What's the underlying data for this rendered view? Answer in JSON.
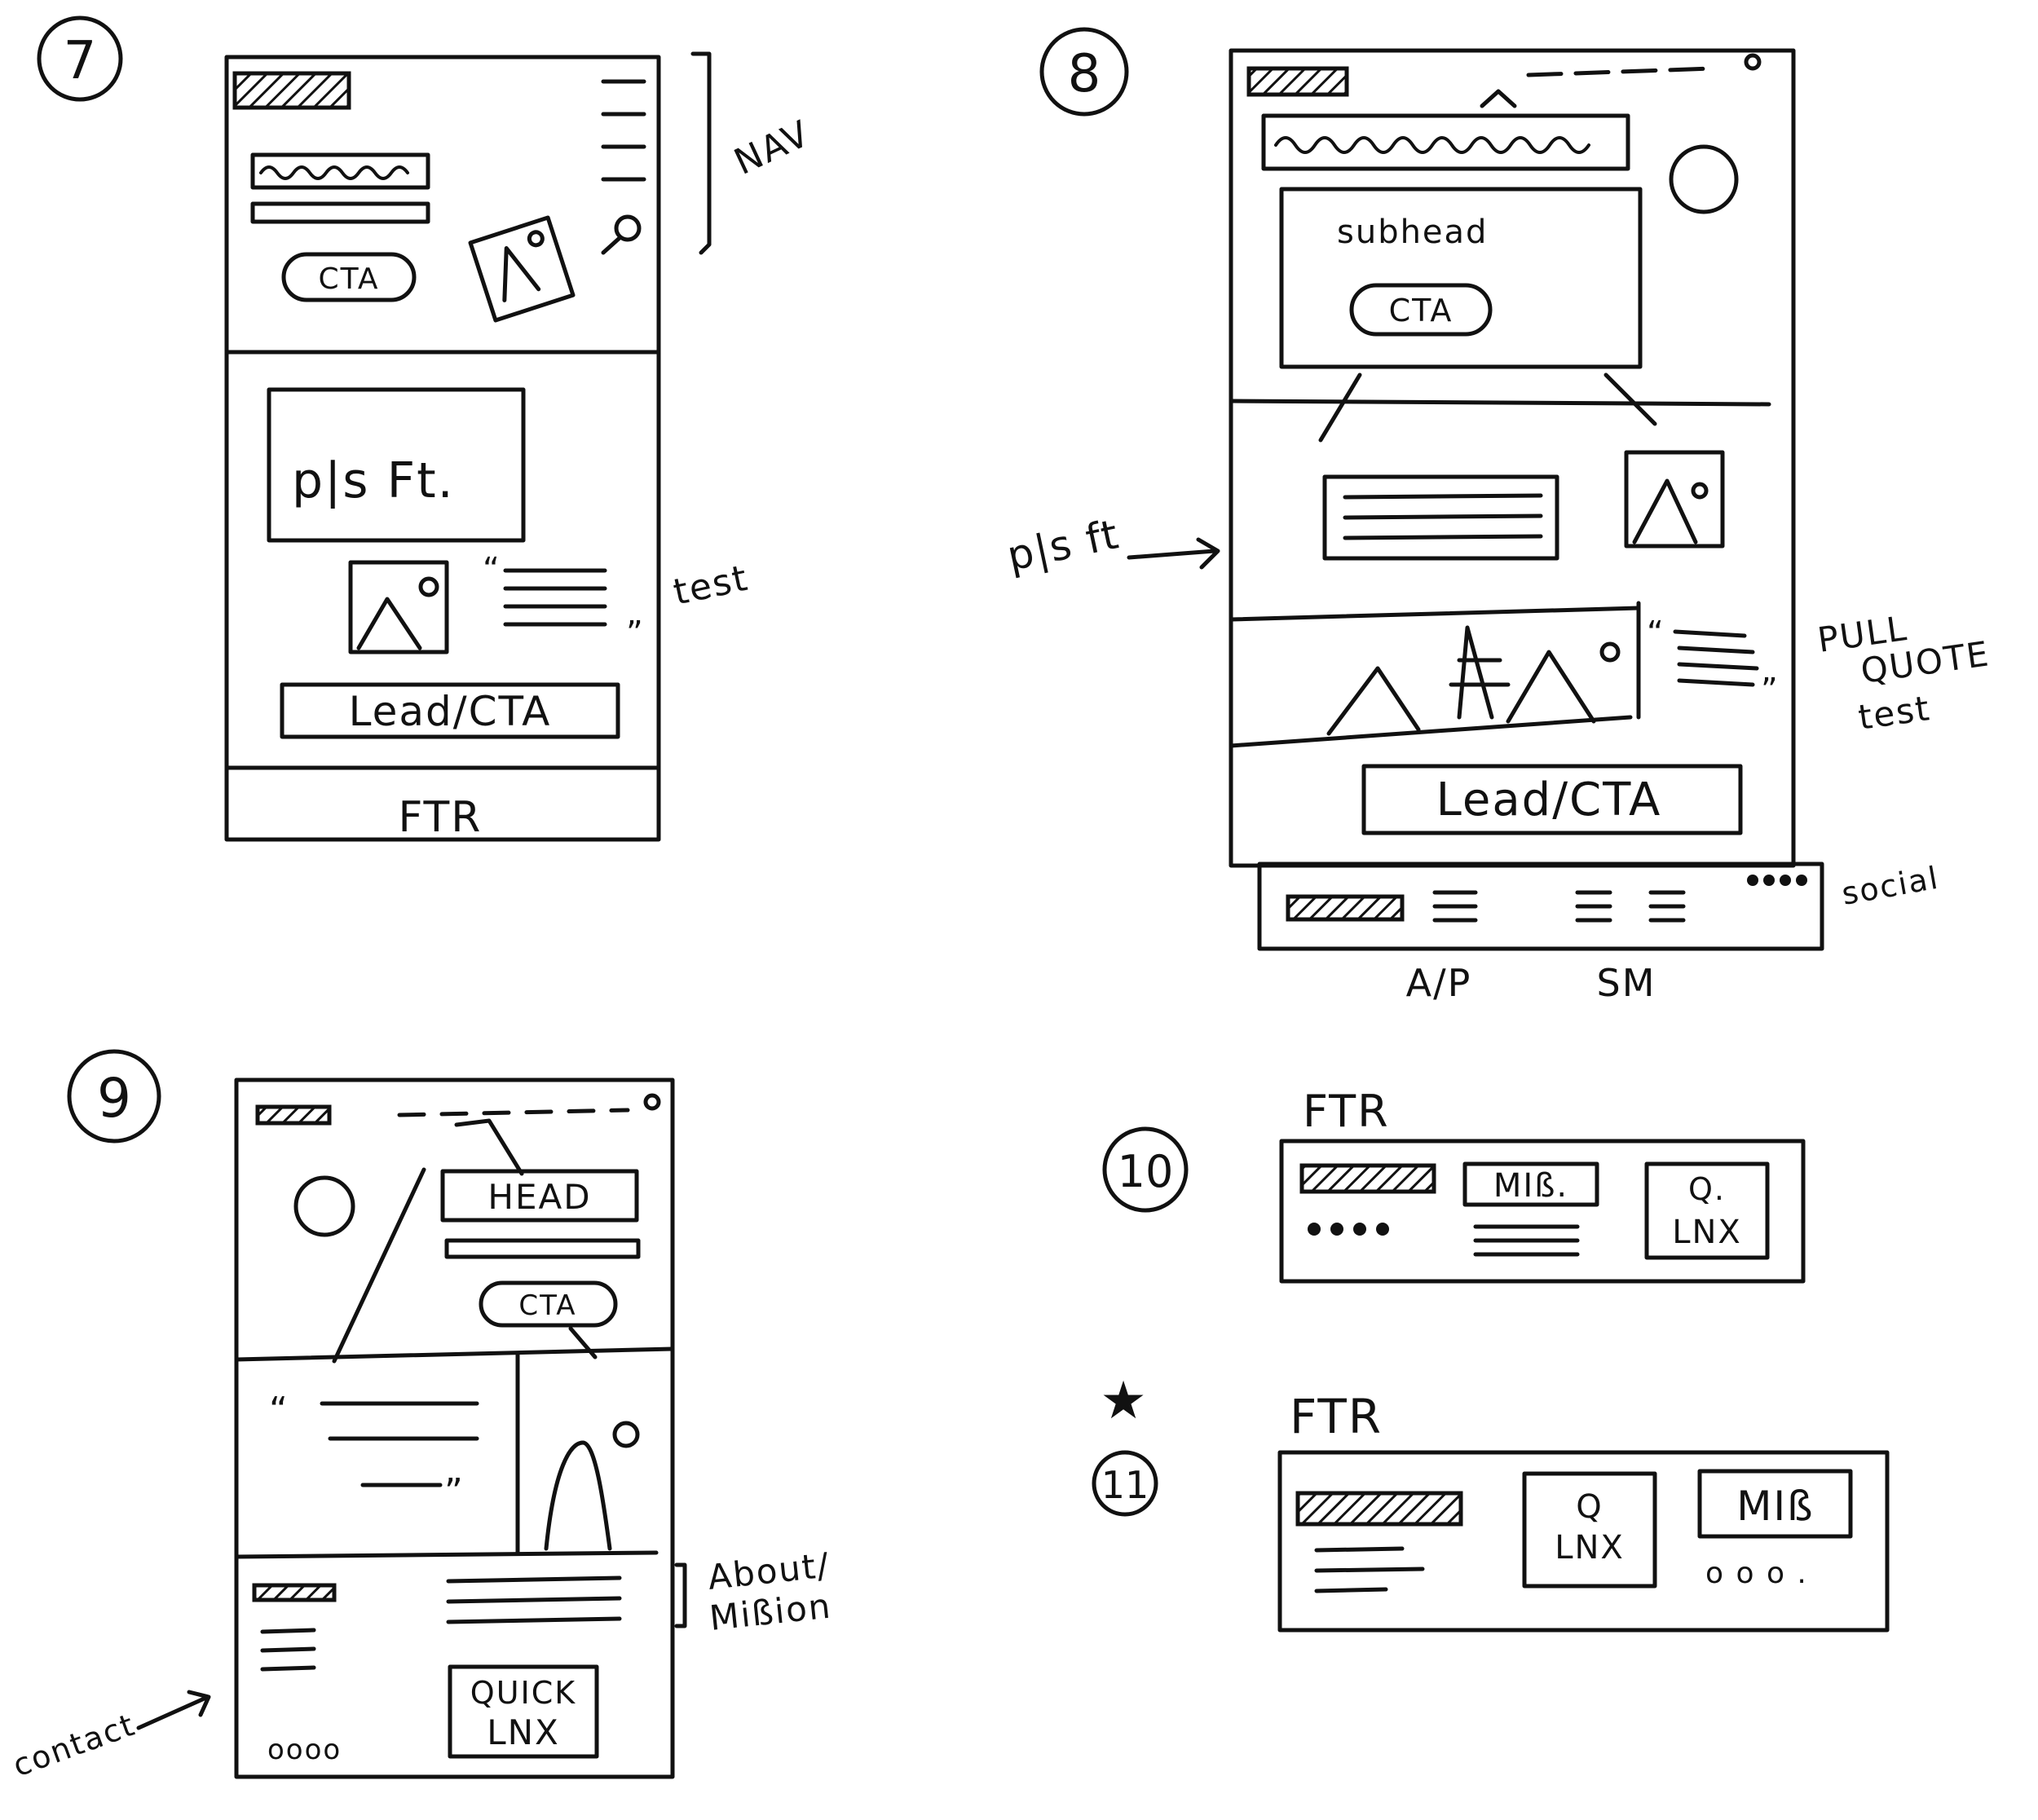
{
  "sketch7": {
    "number": "7",
    "nav": "NAV",
    "cta": "CTA",
    "ps_ft": "p|s Ft.",
    "test": "test",
    "lead_cta": "Lead/CTA",
    "ftr": "FTR"
  },
  "sketch8": {
    "number": "8",
    "subhead": "subhead",
    "cta": "CTA",
    "ps_ft": "p|s ft",
    "pull_quote": "PULL",
    "pull_quote_2": "QUOTE",
    "pull_quote_3": "test",
    "lead_cta": "Lead/CTA",
    "social": "social",
    "ap": "A/P",
    "sm": "SM"
  },
  "sketch9": {
    "number": "9",
    "head": "HEAD",
    "cta": "CTA",
    "about": "About/",
    "mission": "Mißion",
    "quick": "QUICK",
    "lnx": "LNX",
    "contact": "contact",
    "dots": "oooo"
  },
  "sketch10": {
    "number": "10",
    "ftr": "FTR",
    "mission": "MIß.",
    "q": "Q.",
    "lnx": "LNX"
  },
  "sketch11": {
    "number": "11",
    "star": "★",
    "ftr": "FTR",
    "q": "Q",
    "lnx": "LNX",
    "mission": "MIß",
    "dots": "o o o ."
  }
}
